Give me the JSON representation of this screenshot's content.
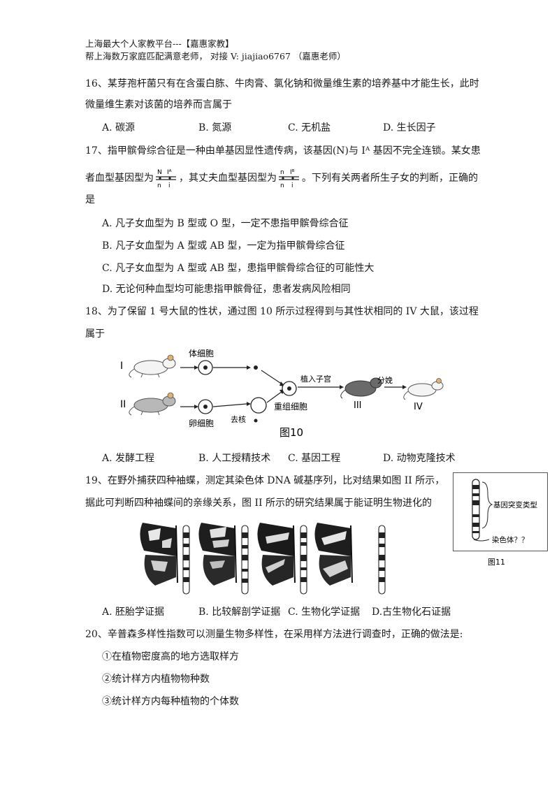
{
  "header": {
    "line1": "上海最大个人家教平台---【嘉惠家教】",
    "line2": "帮上海数万家庭匹配满意老师， 对接 V: jiajiao6767 （嘉惠老师）"
  },
  "q16": {
    "line1": "16、某芽孢杆菌只有在含蛋白胨、牛肉膏、氯化钠和微量维生素的培养基中才能生长，此时",
    "line2": "微量维生素对该菌的培养而言属于",
    "options": [
      "A.  碳源",
      "B.  氮源",
      "C.  无机盐",
      "D.  生长因子"
    ]
  },
  "q17": {
    "line1": "17、指甲髌骨综合征是一种由单基因显性遗传病，该基因(N)与 Iᴬ 基因不完全连锁。某女患",
    "line2_a": "者血型基因型为",
    "line2_b": "，其丈夫血型基因型为",
    "line2_c": "。下列有关两者所生子女的判断，正确的",
    "line3": "是",
    "wife": {
      "top_left": "N",
      "top_right": "Iᴬ",
      "bottom_left": "n",
      "bottom_right": "i"
    },
    "husband": {
      "top_left": "n",
      "top_right": "Iᴮ",
      "bottom_left": "n",
      "bottom_right": "i"
    },
    "options": [
      "A.  凡子女血型为 B 型或 O 型，一定不患指甲髌骨综合征",
      "B.  凡子女血型为 A 型或 AB 型，一定为指甲髌骨综合征",
      "C.  凡子女血型为 A 型或 AB 型，患指甲髌骨综合征的可能性大",
      "D.  无论何种血型均可能患指甲髌骨征，患者发病风险相同"
    ]
  },
  "q18": {
    "line1": "18、为了保留 1 号大鼠的性状，通过图 10 所示过程得到与其性状相同的 IV 大鼠，该过程",
    "line2": "属于",
    "figure": {
      "label_I": "I",
      "label_II": "II",
      "label_III": "III",
      "label_IV": "IV",
      "somatic_cell": "体细胞",
      "egg_cell": "卵细胞",
      "enucleate": "去核",
      "recombinant_cell": "重组细胞",
      "implant": "植入子宫",
      "birth": "分娩",
      "caption": "图10"
    },
    "options": [
      "A.  发酵工程",
      "B.  人工授精技术",
      "C.  基因工程",
      "D.  动物克隆技术"
    ]
  },
  "q19": {
    "line1": "19、在野外捕获四种袖蝶，测定其染色体 DNA 碱基序列，比对结果如图 II 所示，",
    "line2": "据此可判断四种袖蝶间的亲缘关系，图 II 所示的研究结果属于能证明生物进化的",
    "figure11": {
      "mutation_label": "基因突变类型",
      "chromosome_label": "染色体？？",
      "caption": "图11"
    },
    "options": [
      "A.  胚胎学证据",
      "B.  比较解剖学证据",
      "C.  生物化学证据",
      "D.古生物化石证据"
    ]
  },
  "q20": {
    "line1": "20、辛普森多样性指数可以测量生物多样性，在采用样方法进行调查时，正确的做法是:",
    "items": [
      "①在植物密度高的地方选取样方",
      "②统计样方内植物物种数",
      "③统计样方内每种植物的个体数"
    ]
  }
}
